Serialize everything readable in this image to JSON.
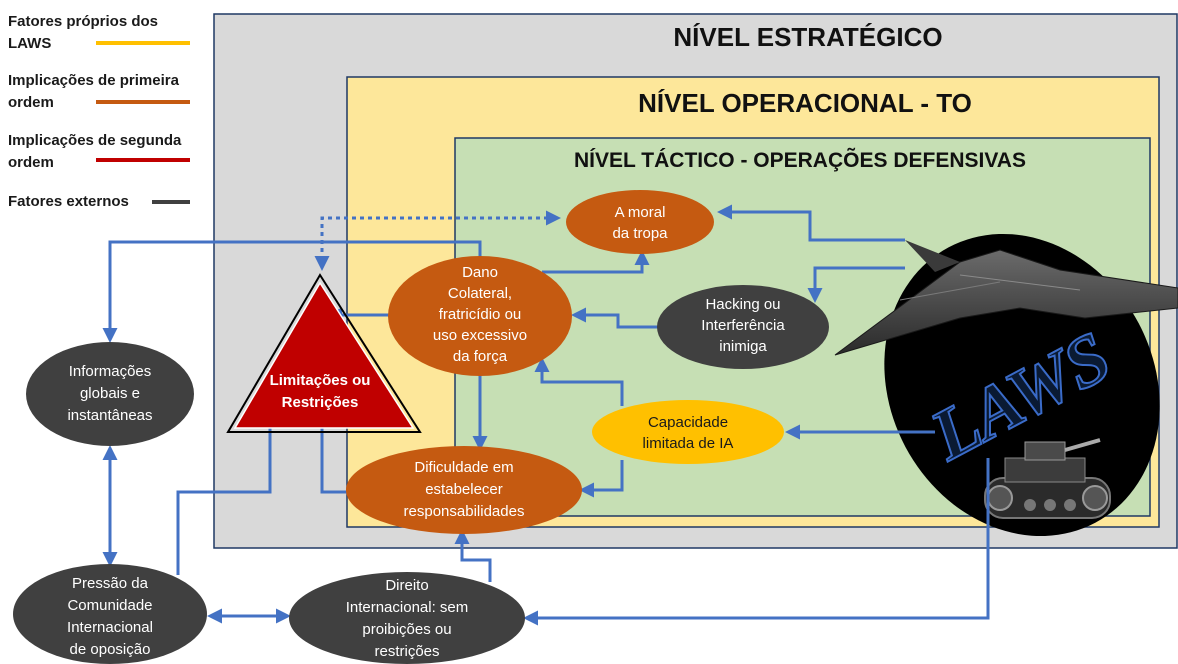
{
  "colors": {
    "strategic_bg": "#d9d9d9",
    "operational_bg": "#fde79a",
    "tactical_bg": "#c6dfb4",
    "arrow": "#4472c4",
    "orange_node": "#c55a11",
    "dark_node": "#404040",
    "yellow_node": "#ffc000",
    "triangle": "#c00000",
    "legend_laws": "#ffc000",
    "legend_first": "#c55a11",
    "legend_second": "#c00000",
    "legend_external": "#404040"
  },
  "legend": [
    {
      "line1": "Fatores próprios dos",
      "line2": "LAWS",
      "color_key": "legend_laws"
    },
    {
      "line1": "Implicações de primeira",
      "line2": "ordem",
      "color_key": "legend_first"
    },
    {
      "line1": "Implicações de segunda",
      "line2": "ordem",
      "color_key": "legend_second"
    },
    {
      "line1": "Fatores externos",
      "line2": "",
      "color_key": "legend_external"
    }
  ],
  "levels": {
    "strategic": "NÍVEL ESTRATÉGICO",
    "operational": "NÍVEL OPERACIONAL - TO",
    "tactical": "NÍVEL TÁCTICO - OPERAÇÕES DEFENSIVAS"
  },
  "nodes": {
    "moral": {
      "lines": [
        "A moral",
        "da tropa"
      ],
      "kind": "first"
    },
    "dano": {
      "lines": [
        "Dano",
        "Colateral,",
        "fratricídio ou",
        "uso excessivo",
        "da força"
      ],
      "kind": "first"
    },
    "hacking": {
      "lines": [
        "Hacking ou",
        "Interferência",
        "inimiga"
      ],
      "kind": "external"
    },
    "capacidade": {
      "lines": [
        "Capacidade",
        "limitada de IA"
      ],
      "kind": "laws"
    },
    "dificuldade": {
      "lines": [
        "Dificuldade em",
        "estabelecer",
        "responsabilidades"
      ],
      "kind": "first"
    },
    "limitacoes": {
      "lines": [
        "Limitações ou",
        "Restrições"
      ],
      "kind": "second"
    },
    "informacoes": {
      "lines": [
        "Informações",
        "globais e",
        "instantâneas"
      ],
      "kind": "external"
    },
    "pressao": {
      "lines": [
        "Pressão da",
        "Comunidade",
        "Internacional",
        "de oposição"
      ],
      "kind": "external"
    },
    "direito": {
      "lines": [
        "Direito",
        "Internacional: sem",
        "proibições ou",
        "restrições"
      ],
      "kind": "external"
    }
  },
  "laws_label": "LAWS",
  "icons": [
    "drone-icon",
    "ground-robot-icon"
  ]
}
